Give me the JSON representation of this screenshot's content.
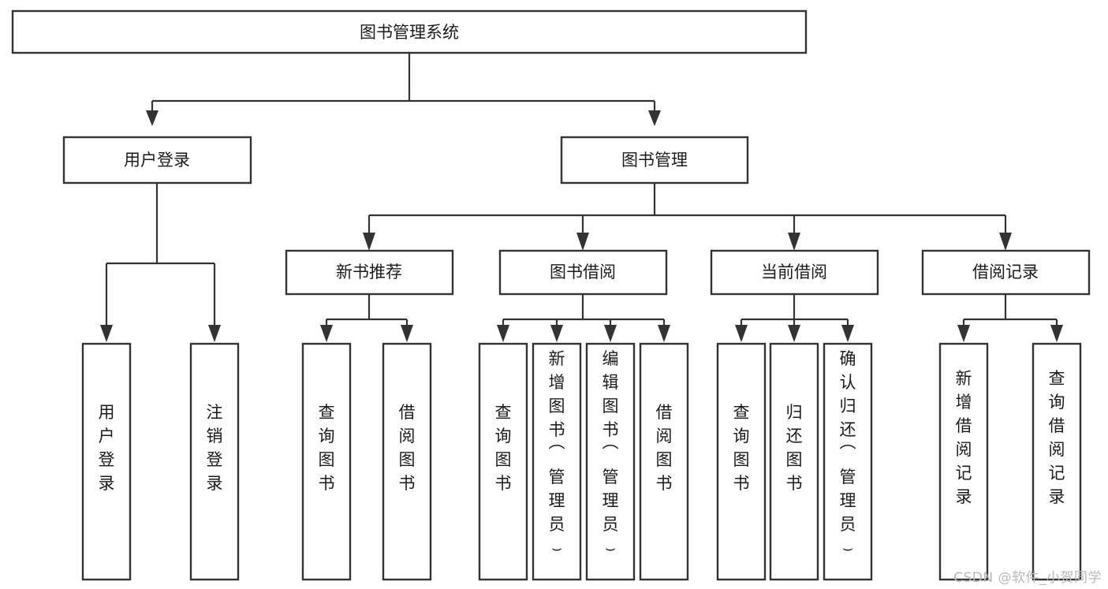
{
  "diagram": {
    "type": "hierarchy-tree",
    "title": "图书管理系统",
    "watermark": "CSDN @软件_小贺同学",
    "colors": {
      "stroke": "#333333",
      "fill": "#ffffff",
      "text": "#1b1b1b",
      "watermark": "#b8b8b8",
      "background": "#ffffff"
    },
    "levels": [
      {
        "level": 1,
        "nodes": [
          {
            "id": "root",
            "label": "图书管理系统",
            "orientation": "horizontal"
          }
        ]
      },
      {
        "level": 2,
        "nodes": [
          {
            "id": "user-login",
            "label": "用户登录",
            "orientation": "horizontal",
            "parent": "root"
          },
          {
            "id": "book-manage",
            "label": "图书管理",
            "orientation": "horizontal",
            "parent": "root"
          }
        ]
      },
      {
        "level": 3,
        "nodes": [
          {
            "id": "new-book-rec",
            "label": "新书推荐",
            "orientation": "horizontal",
            "parent": "book-manage"
          },
          {
            "id": "book-borrow",
            "label": "图书借阅",
            "orientation": "horizontal",
            "parent": "book-manage"
          },
          {
            "id": "current-borrow",
            "label": "当前借阅",
            "orientation": "horizontal",
            "parent": "book-manage"
          },
          {
            "id": "borrow-record",
            "label": "借阅记录",
            "orientation": "horizontal",
            "parent": "book-manage"
          }
        ]
      },
      {
        "level": 4,
        "nodes": [
          {
            "id": "leaf-user-login",
            "label": "用户登录",
            "orientation": "vertical",
            "parent": "user-login"
          },
          {
            "id": "leaf-user-logout",
            "label": "注销登录",
            "orientation": "vertical",
            "parent": "user-login"
          },
          {
            "id": "leaf-query-book-1",
            "label": "查询图书",
            "orientation": "vertical",
            "parent": "new-book-rec"
          },
          {
            "id": "leaf-borrow-book-1",
            "label": "借阅图书",
            "orientation": "vertical",
            "parent": "new-book-rec"
          },
          {
            "id": "leaf-query-book-2",
            "label": "查询图书",
            "orientation": "vertical",
            "parent": "book-borrow"
          },
          {
            "id": "leaf-add-book",
            "label": "新增图书（管理员）",
            "orientation": "vertical",
            "parent": "book-borrow"
          },
          {
            "id": "leaf-edit-book",
            "label": "编辑图书（管理员）",
            "orientation": "vertical",
            "parent": "book-borrow"
          },
          {
            "id": "leaf-borrow-book-2",
            "label": "借阅图书",
            "orientation": "vertical",
            "parent": "book-borrow"
          },
          {
            "id": "leaf-query-book-3",
            "label": "查询图书",
            "orientation": "vertical",
            "parent": "current-borrow"
          },
          {
            "id": "leaf-return-book",
            "label": "归还图书",
            "orientation": "vertical",
            "parent": "current-borrow"
          },
          {
            "id": "leaf-confirm-return",
            "label": "确认归还（管理员）",
            "orientation": "vertical",
            "parent": "current-borrow"
          },
          {
            "id": "leaf-add-record",
            "label": "新增借阅记录",
            "orientation": "vertical",
            "parent": "borrow-record"
          },
          {
            "id": "leaf-query-record",
            "label": "查询借阅记录",
            "orientation": "vertical",
            "parent": "borrow-record"
          }
        ]
      }
    ]
  }
}
